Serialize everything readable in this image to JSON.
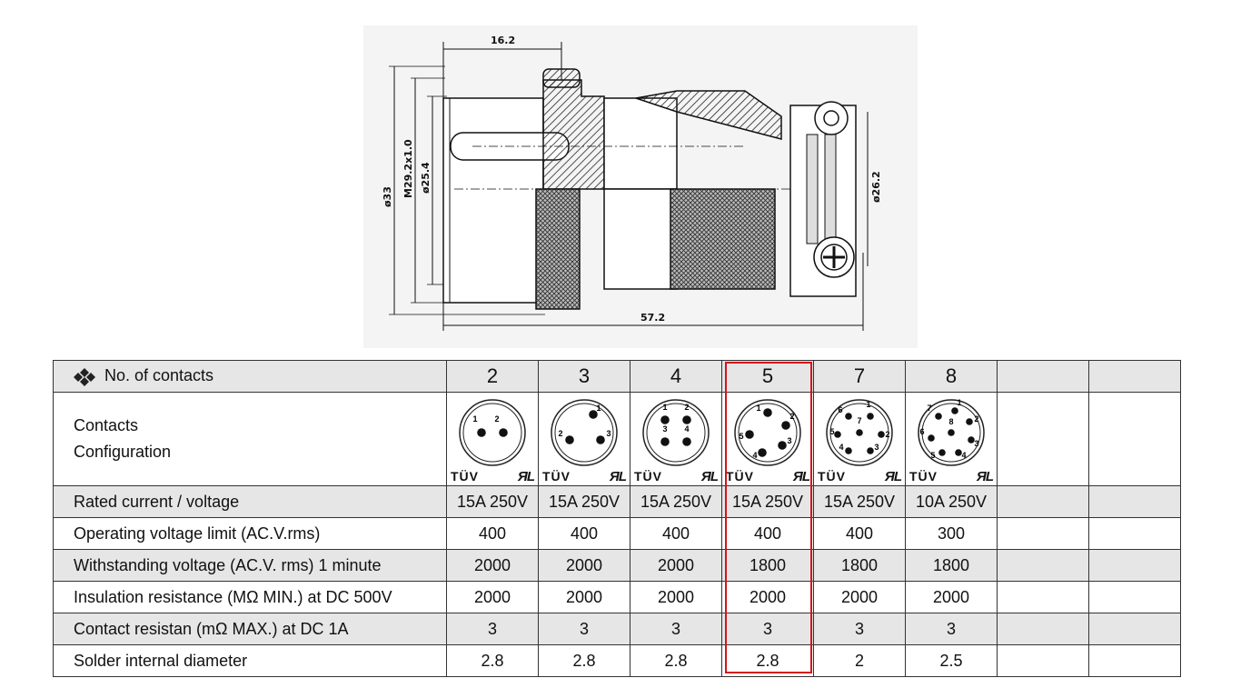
{
  "drawing": {
    "dimensions": {
      "top_width": "16.2",
      "overall_length": "57.2",
      "outer_diameter": "ø33",
      "thread": "M29.2x1.0",
      "inner_diameter": "ø25.4",
      "cable_diameter": "ø26.2"
    }
  },
  "table": {
    "header_label": "No. of contacts",
    "contact_counts": [
      "2",
      "3",
      "4",
      "5",
      "7",
      "8",
      "",
      ""
    ],
    "config_label_line1": "Contacts",
    "config_label_line2": "Configuration",
    "cert_tuv": "TÜV",
    "cert_ul": "ЯL",
    "pin_layouts": [
      {
        "pins": [
          "1",
          "2"
        ]
      },
      {
        "pins": [
          "1",
          "2",
          "3"
        ]
      },
      {
        "pins": [
          "1",
          "2",
          "3",
          "4"
        ]
      },
      {
        "pins": [
          "1",
          "2",
          "3",
          "4",
          "5"
        ]
      },
      {
        "pins": [
          "1",
          "2",
          "3",
          "4",
          "5",
          "6",
          "7"
        ]
      },
      {
        "pins": [
          "1",
          "2",
          "3",
          "4",
          "5",
          "6",
          "7",
          "8"
        ]
      }
    ],
    "rows": [
      {
        "label": "Rated current / voltage",
        "values": [
          "15A 250V",
          "15A 250V",
          "15A 250V",
          "15A 250V",
          "15A 250V",
          "10A 250V",
          "",
          ""
        ]
      },
      {
        "label": "Operating voltage limit (AC.V.rms)",
        "values": [
          "400",
          "400",
          "400",
          "400",
          "400",
          "300",
          "",
          ""
        ]
      },
      {
        "label": "Withstanding voltage (AC.V. rms) 1 minute",
        "values": [
          "2000",
          "2000",
          "2000",
          "1800",
          "1800",
          "1800",
          "",
          ""
        ]
      },
      {
        "label": "Insulation resistance (MΩ MIN.) at DC 500V",
        "values": [
          "2000",
          "2000",
          "2000",
          "2000",
          "2000",
          "2000",
          "",
          ""
        ]
      },
      {
        "label": "Contact resistan (mΩ MAX.) at DC 1A",
        "values": [
          "3",
          "3",
          "3",
          "3",
          "3",
          "3",
          "",
          ""
        ]
      },
      {
        "label": "Solder internal diameter",
        "values": [
          "2.8",
          "2.8",
          "2.8",
          "2.8",
          "2",
          "2.5",
          "",
          ""
        ]
      }
    ],
    "highlight_color": "#d4141c",
    "highlighted_column": "5"
  }
}
